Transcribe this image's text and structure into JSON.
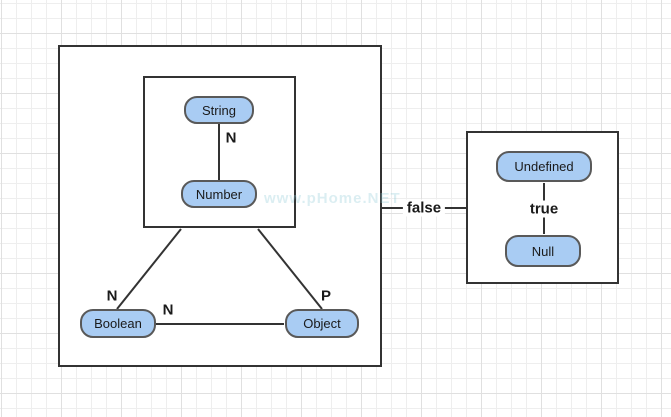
{
  "diagram": {
    "nodes": {
      "string": {
        "label": "String"
      },
      "number": {
        "label": "Number"
      },
      "boolean": {
        "label": "Boolean"
      },
      "object": {
        "label": "Object"
      },
      "undefined": {
        "label": "Undefined"
      },
      "null": {
        "label": "Null"
      }
    },
    "edge_labels": {
      "string_number": "N",
      "branch_boolean": "N",
      "boolean_object": "N",
      "branch_object": "P",
      "outer_to_right": "false",
      "undefined_null": "true"
    },
    "watermark": "www.pHome.NET",
    "colors": {
      "node_fill": "#a9ccf3",
      "node_border": "#595959",
      "edge_stroke": "#333333",
      "container_border": "#333333",
      "grid_minor": "#eeeeee",
      "grid_major": "#e0e0e0",
      "background": "#ffffff"
    }
  }
}
